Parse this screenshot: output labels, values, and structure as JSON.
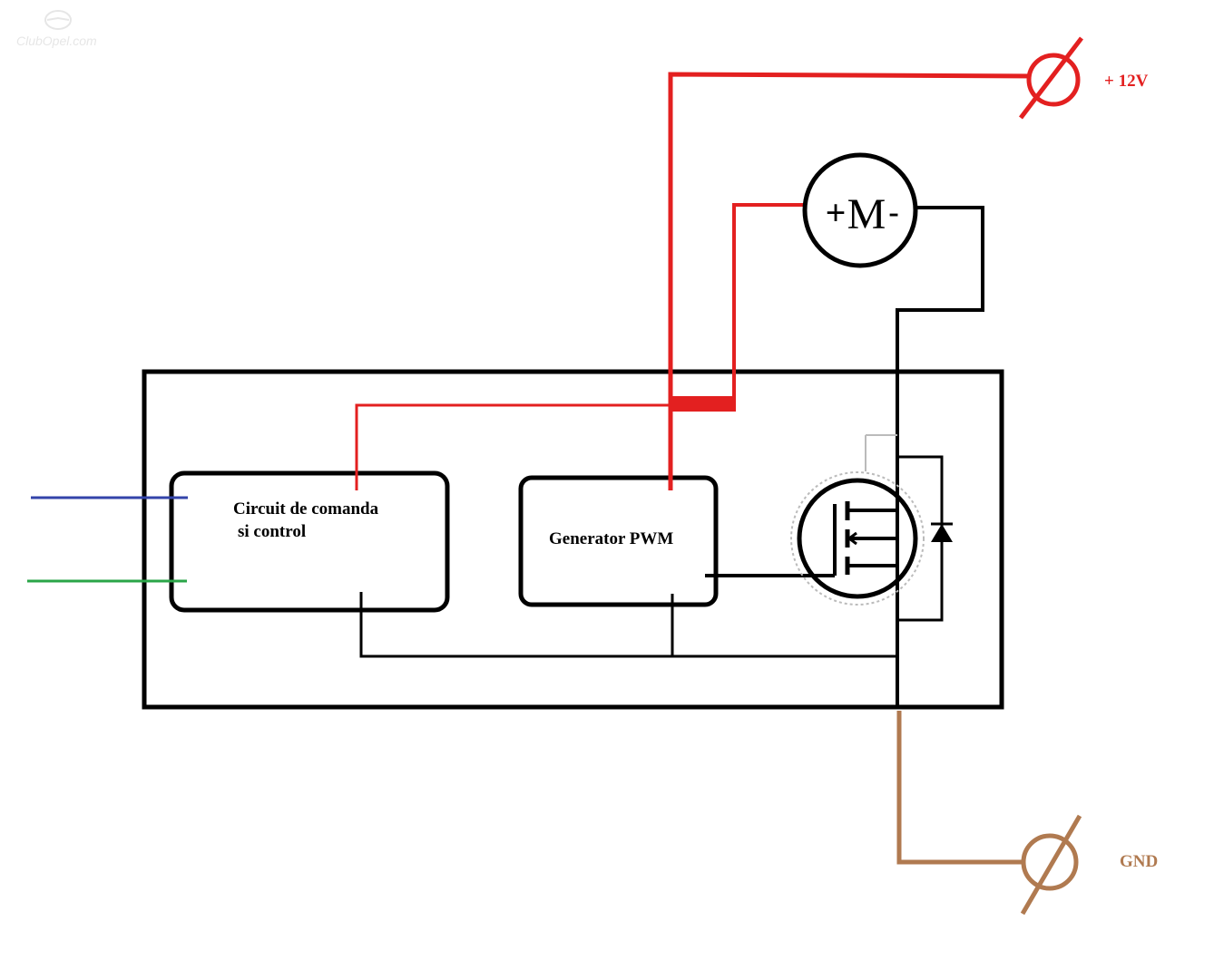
{
  "watermark": {
    "text": "ClubOpel.com"
  },
  "terminals": {
    "positive": {
      "label": "+ 12V"
    },
    "ground": {
      "label": "GND"
    }
  },
  "motor": {
    "letter": "M",
    "plus": "+",
    "minus": "-"
  },
  "blocks": {
    "control": {
      "line1": "Circuit de comanda",
      "line2": "si control"
    },
    "pwm": {
      "label": "Generator PWM"
    }
  },
  "colors": {
    "supply_wire": "#e32020",
    "ground_wire": "#b07a50",
    "input_wire_1": "#3344aa",
    "input_wire_2": "#2aa548",
    "frame": "#000000",
    "terminal_positive_text": "#e32020",
    "terminal_ground_text": "#b07a50"
  },
  "icons": {
    "motor": "motor-symbol",
    "transistor": "mosfet-symbol",
    "diode": "diode-symbol",
    "terminal": "terminal-connector-symbol"
  }
}
